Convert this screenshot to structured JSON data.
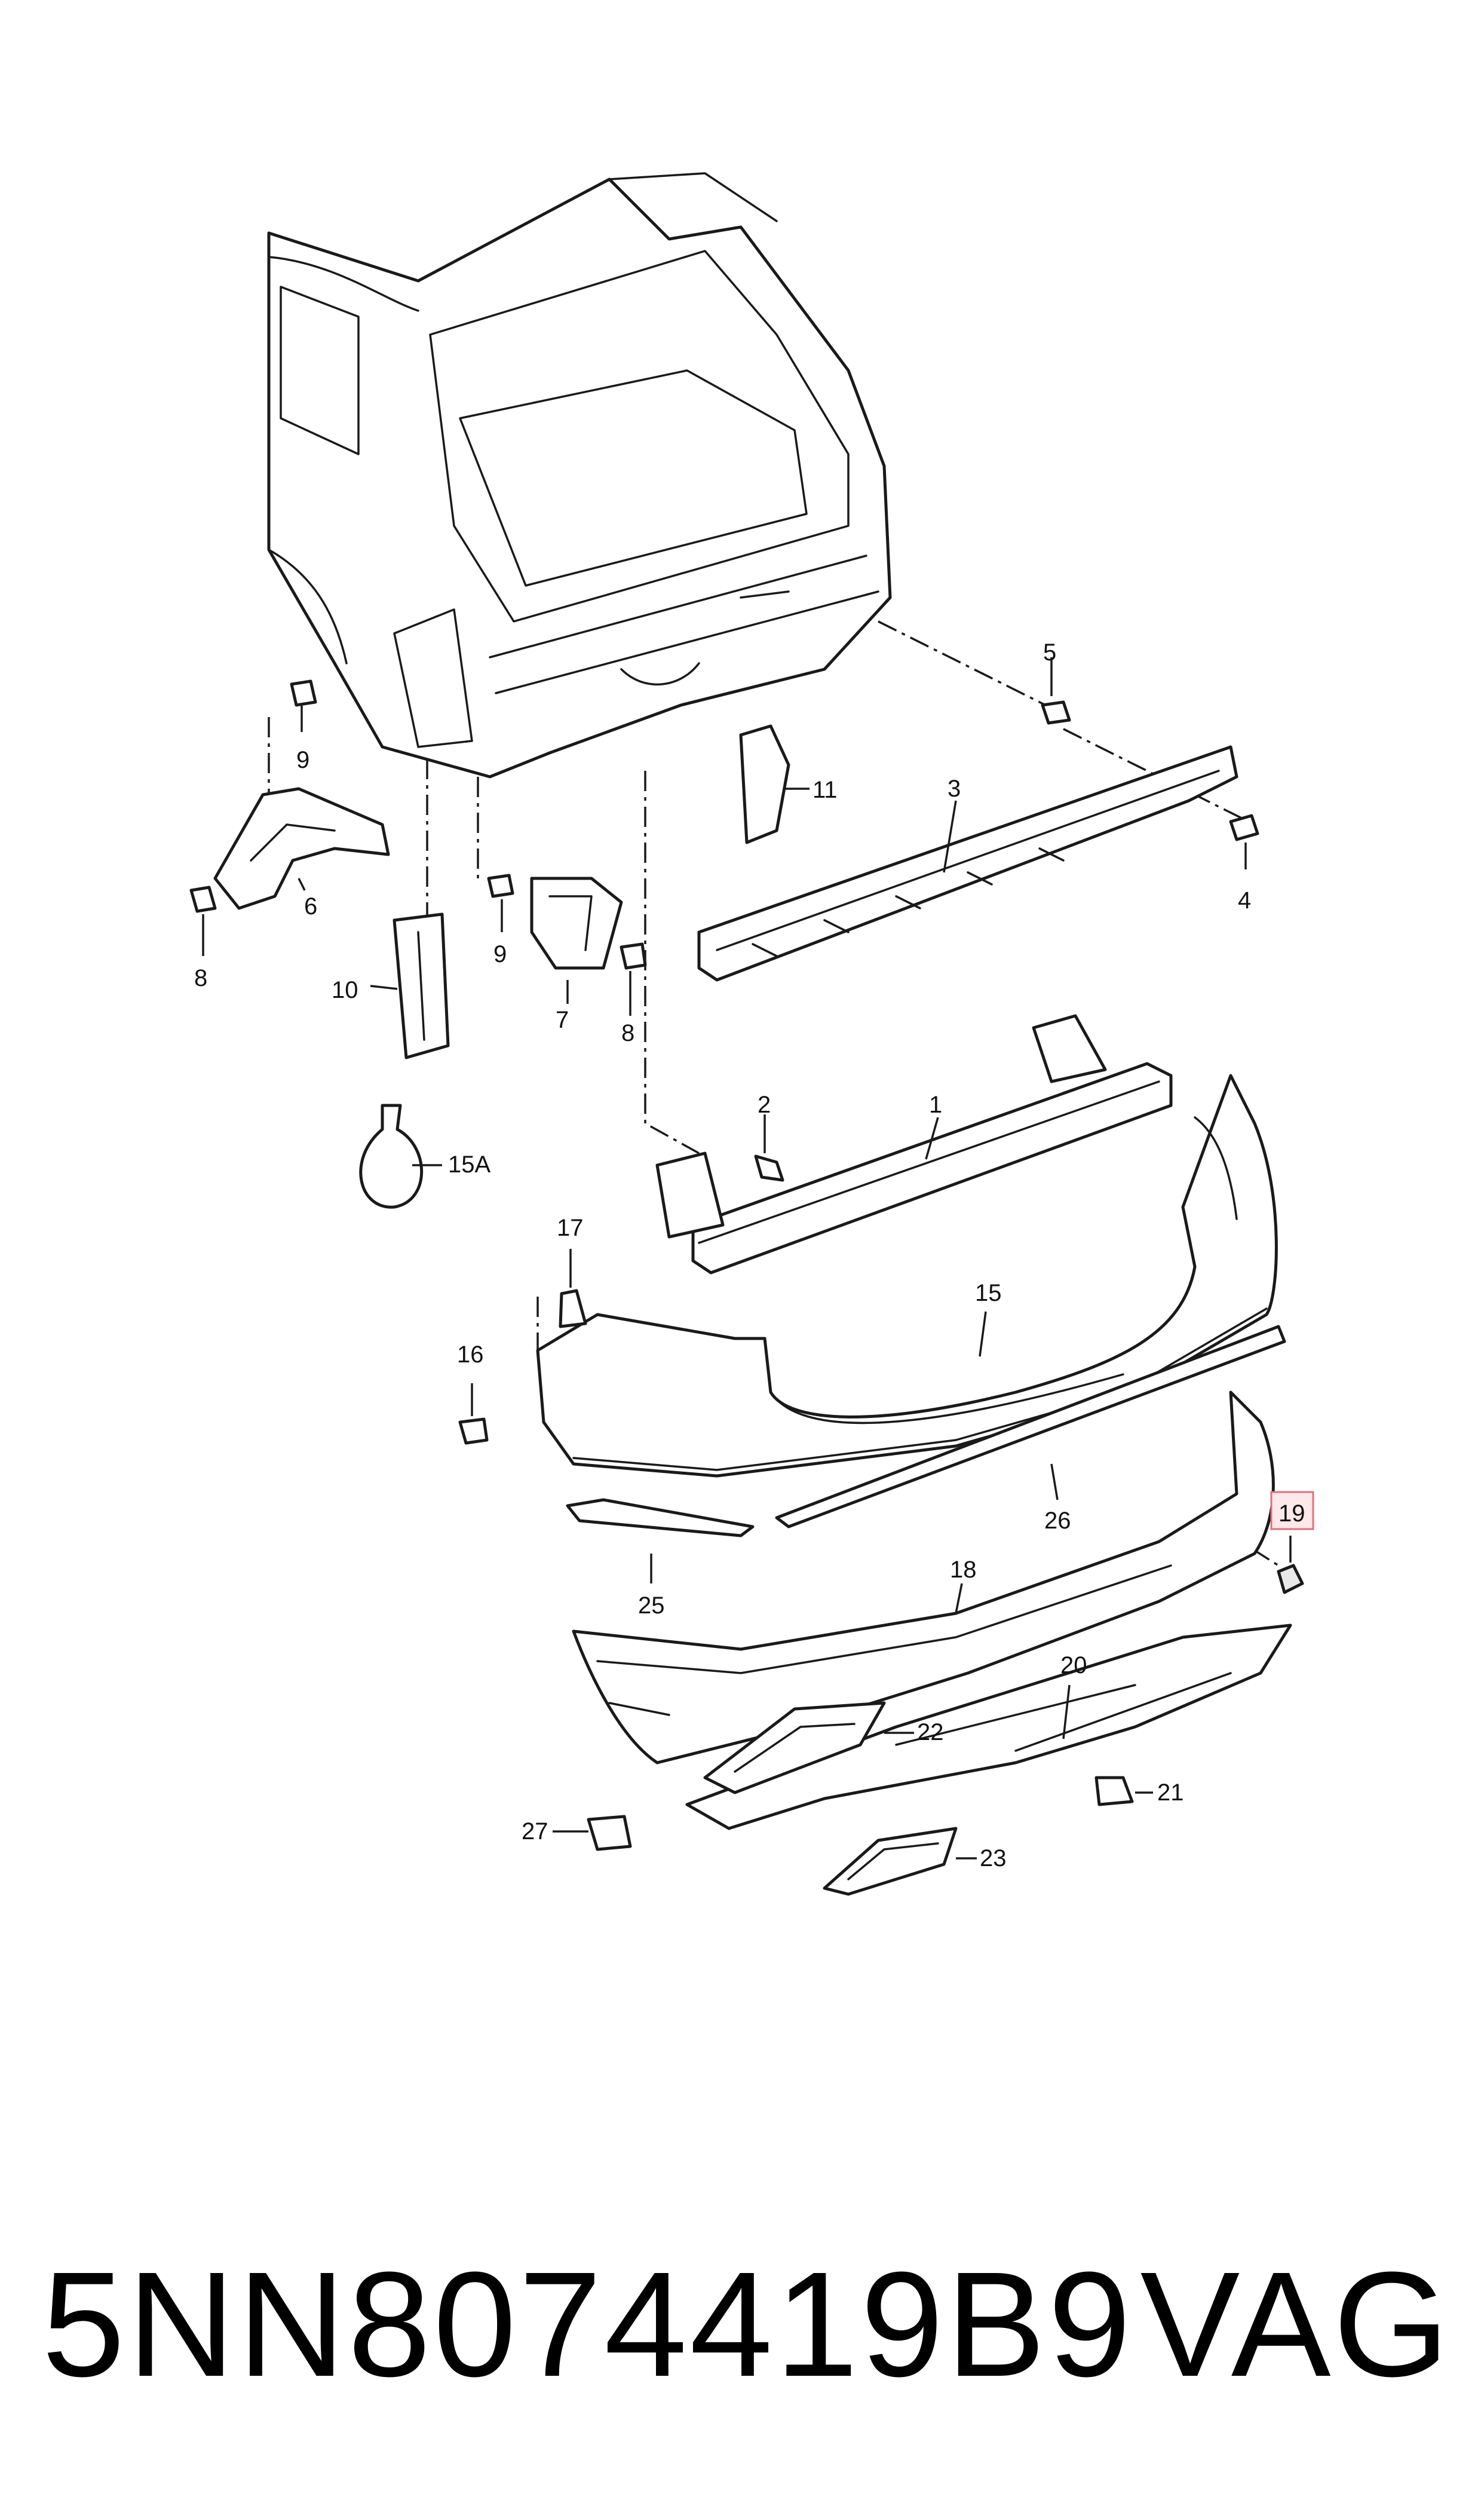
{
  "diagram": {
    "callouts": {
      "c1": "1",
      "c2": "2",
      "c3": "3",
      "c4": "4",
      "c5": "5",
      "c6": "6",
      "c7": "7",
      "c8a": "8",
      "c8b": "8",
      "c9a": "9",
      "c9b": "9",
      "c10": "10",
      "c11": "11",
      "c15": "15",
      "c15a": "15A",
      "c16": "16",
      "c17": "17",
      "c18": "18",
      "c19": "19",
      "c20": "20",
      "c21": "21",
      "c22": "22",
      "c23": "23",
      "c25": "25",
      "c26": "26",
      "c27": "27"
    },
    "highlighted_part": "19",
    "highlight_color": "#e0707a"
  },
  "footer": {
    "part_number": "5NN8074419B9",
    "brand": "VAG"
  }
}
